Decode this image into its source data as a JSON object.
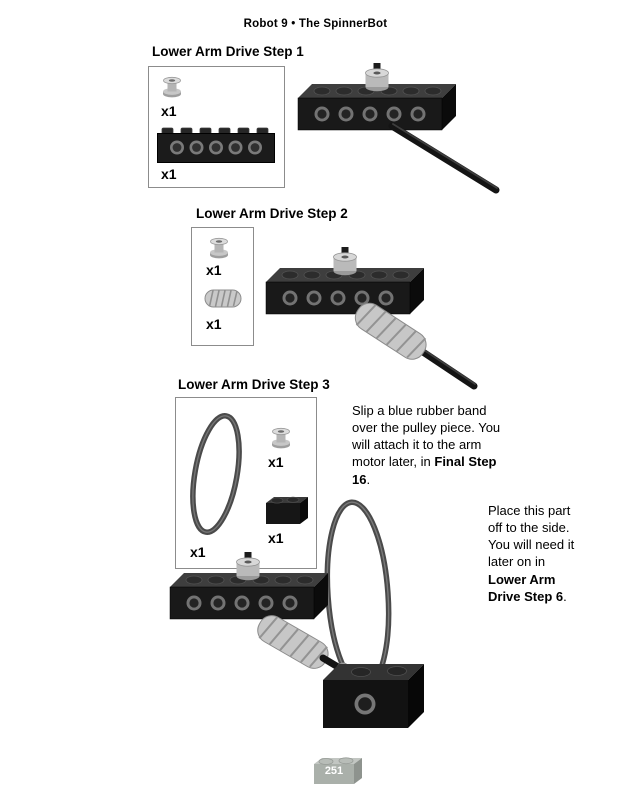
{
  "page": {
    "header": "Robot 9 • The SpinnerBot",
    "page_number": "251"
  },
  "colors": {
    "text": "#000000",
    "rubber_band": "#4a4a4a",
    "brick_black": "#131313",
    "worm_gear_gray": "#c7c7c7"
  },
  "steps": [
    {
      "title": "Lower Arm Drive Step 1",
      "parts": [
        {
          "name": "pulley",
          "qty": "x1"
        },
        {
          "name": "technic-beam-1x6-black",
          "qty": "x1"
        }
      ]
    },
    {
      "title": "Lower Arm Drive Step 2",
      "parts": [
        {
          "name": "pulley",
          "qty": "x1"
        },
        {
          "name": "worm-gear",
          "qty": "x1"
        }
      ]
    },
    {
      "title": "Lower Arm Drive Step 3",
      "parts": [
        {
          "name": "blue-rubber-band",
          "qty": "x1"
        },
        {
          "name": "pulley",
          "qty": "x1"
        },
        {
          "name": "technic-brick-black",
          "qty": "x1"
        }
      ],
      "note1": {
        "text": "Slip a blue rubber band over the pulley piece. You will attach it to the arm motor later, in ",
        "bold": "Final Step 16",
        "suffix": "."
      },
      "note2": {
        "text": "Place this part off to the side. You will need it later on in ",
        "bold": "Lower Arm Drive Step 6",
        "suffix": "."
      }
    }
  ]
}
